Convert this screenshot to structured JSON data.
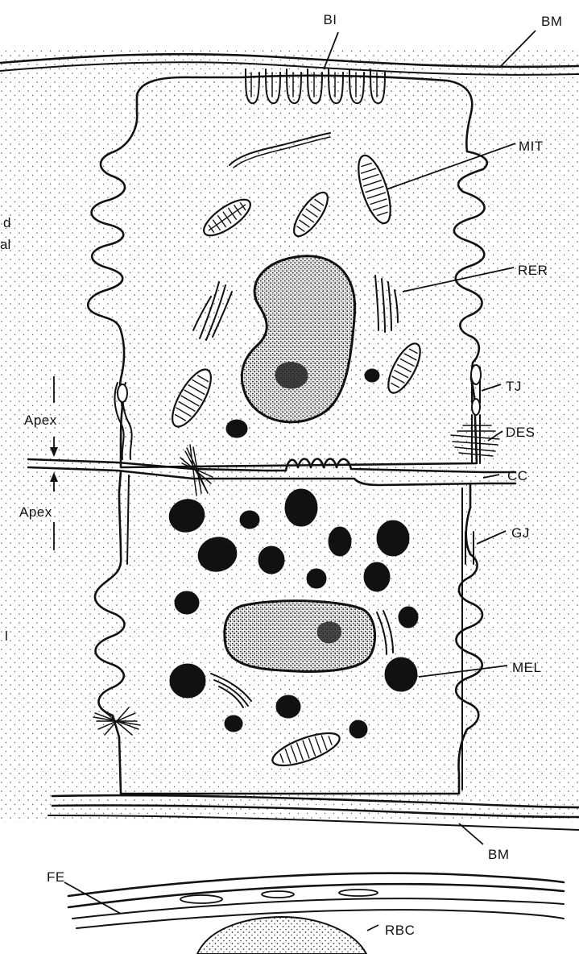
{
  "labels": {
    "BI": "BI",
    "BM_top": "BM",
    "MIT": "MIT",
    "RER": "RER",
    "TJ": "TJ",
    "DES": "DES",
    "CC": "CC",
    "GJ": "GJ",
    "MEL": "MEL",
    "BM_bottom": "BM",
    "FE": "FE",
    "RBC": "RBC",
    "apex_upper": "Apex",
    "apex_lower": "Apex"
  },
  "cut_off_text": [
    "d",
    "al",
    "l"
  ],
  "colors": {
    "ink": "#111111",
    "paper": "#ffffff",
    "stipple": "#555555"
  }
}
